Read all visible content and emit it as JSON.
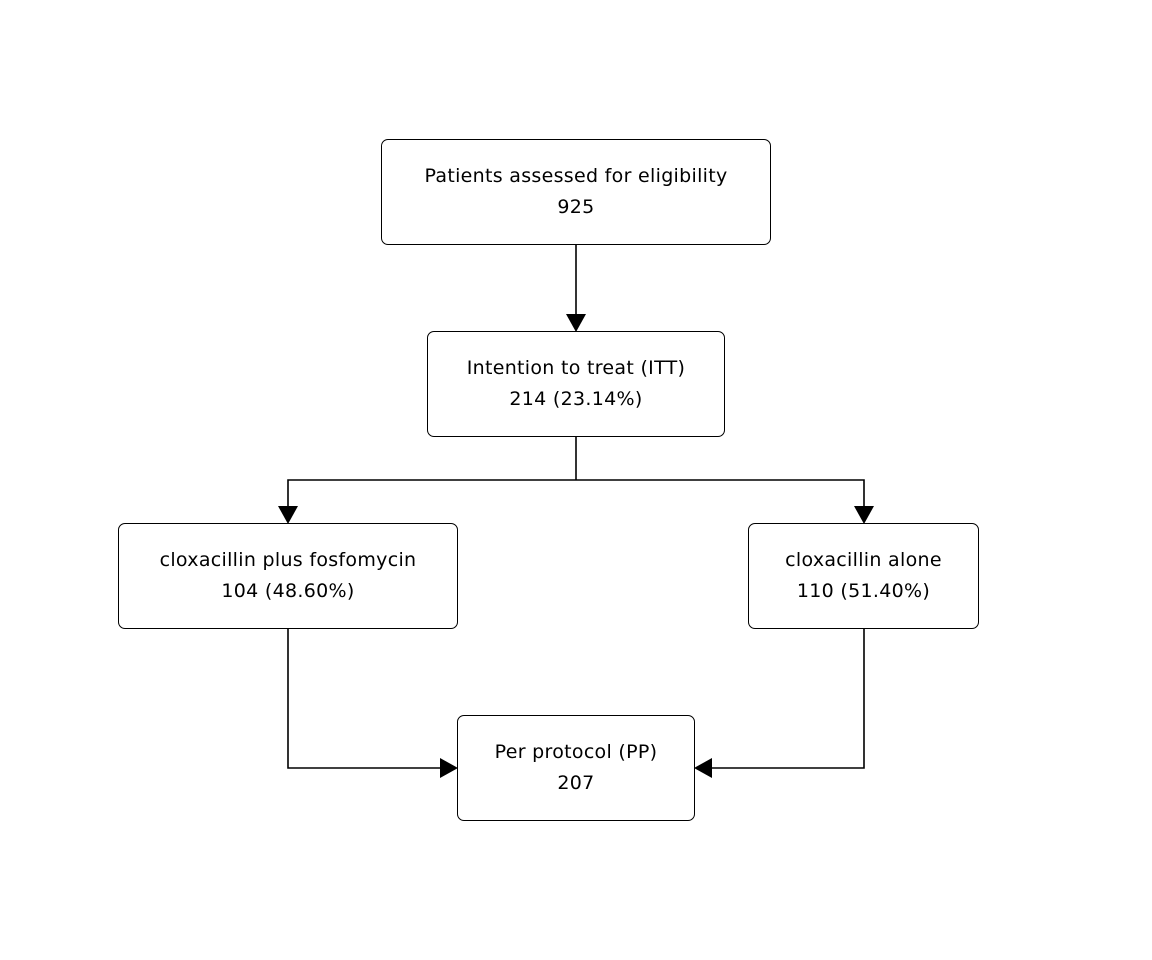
{
  "nodes": {
    "screened": {
      "label": "Patients assessed for eligibility",
      "value": "925"
    },
    "itt": {
      "label": "Intention to treat (ITT)",
      "value": "214 (23.14%)"
    },
    "combo": {
      "label": "cloxacillin plus fosfomycin",
      "value": "104 (48.60%)"
    },
    "mono": {
      "label": "cloxacillin alone",
      "value": "110 (51.40%)"
    },
    "pp": {
      "label": "Per protocol (PP)",
      "value": "207"
    }
  },
  "edges": [
    {
      "from": "screened",
      "to": "itt"
    },
    {
      "from": "itt",
      "to": "combo"
    },
    {
      "from": "itt",
      "to": "mono"
    },
    {
      "from": "combo",
      "to": "pp"
    },
    {
      "from": "mono",
      "to": "pp"
    }
  ],
  "colors": {
    "line": "#000000",
    "box_fill": "#ffffff",
    "text": "#000000"
  }
}
